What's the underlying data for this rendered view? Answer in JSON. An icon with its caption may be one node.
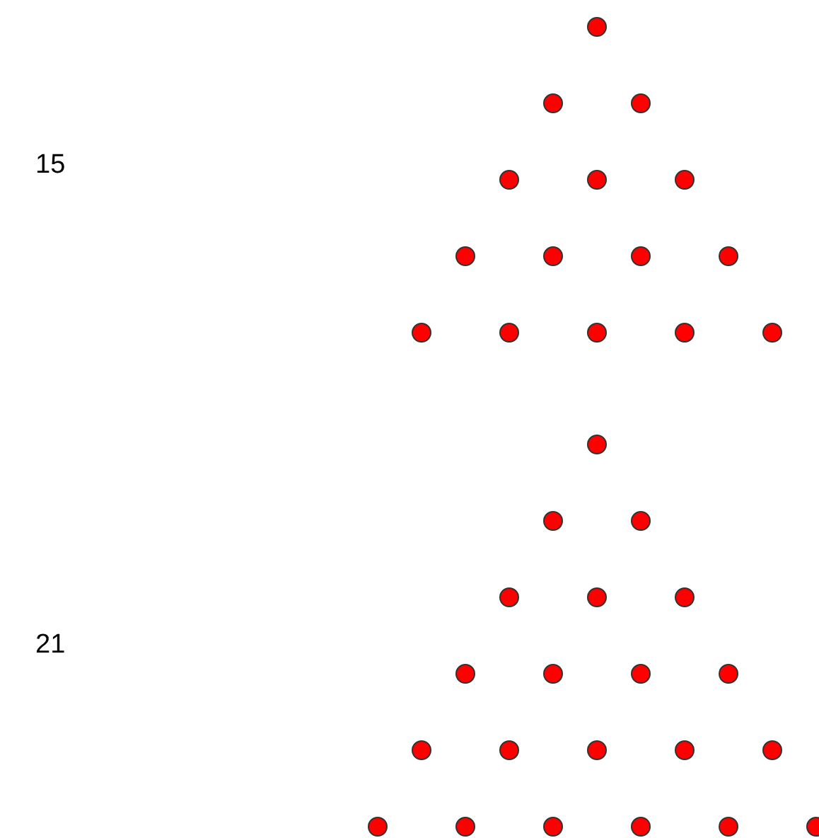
{
  "diagram": {
    "nodes": [
      {
        "text": [],
        "shape": "circle"
      },
      {
        "text": [],
        "shape": "circle"
      },
      {
        "text": [],
        "shape": "circle"
      },
      {
        "text": [],
        "shape": "circle"
      },
      {
        "text": [],
        "shape": "circle"
      },
      {
        "text": [],
        "shape": "circle"
      },
      {
        "text": [],
        "shape": "circle"
      },
      {
        "text": [],
        "shape": "circle"
      },
      {
        "text": [],
        "shape": "circle"
      },
      {
        "text": [],
        "shape": "circle"
      },
      {
        "text": [],
        "shape": "circle"
      },
      {
        "text": [],
        "shape": "circle"
      },
      {
        "text": [],
        "shape": "circle"
      },
      {
        "text": [],
        "shape": "circle"
      },
      {
        "text": [],
        "shape": "circle"
      },
      {
        "text": [],
        "shape": "circle"
      },
      {
        "text": [],
        "shape": "circle"
      },
      {
        "text": [],
        "shape": "circle"
      },
      {
        "text": [],
        "shape": "circle"
      },
      {
        "text": [],
        "shape": "circle"
      },
      {
        "text": [],
        "shape": "circle"
      },
      {
        "text": [],
        "shape": "circle"
      },
      {
        "text": [],
        "shape": "circle"
      },
      {
        "text": [],
        "shape": "circle"
      },
      {
        "text": [],
        "shape": "circle"
      },
      {
        "text": [],
        "shape": "circle"
      },
      {
        "text": [],
        "shape": "circle"
      },
      {
        "text": [],
        "shape": "circle"
      },
      {
        "text": [],
        "shape": "circle"
      },
      {
        "text": [],
        "shape": "circle"
      },
      {
        "text": [],
        "shape": "circle"
      },
      {
        "text": [],
        "shape": "circle"
      },
      {
        "text": [],
        "shape": "circle"
      },
      {
        "text": [],
        "shape": "circle"
      },
      {
        "text": [],
        "shape": "circle"
      },
      {
        "text": [],
        "shape": "circle"
      }
    ],
    "labels": [
      "15",
      "21"
    ]
  }
}
